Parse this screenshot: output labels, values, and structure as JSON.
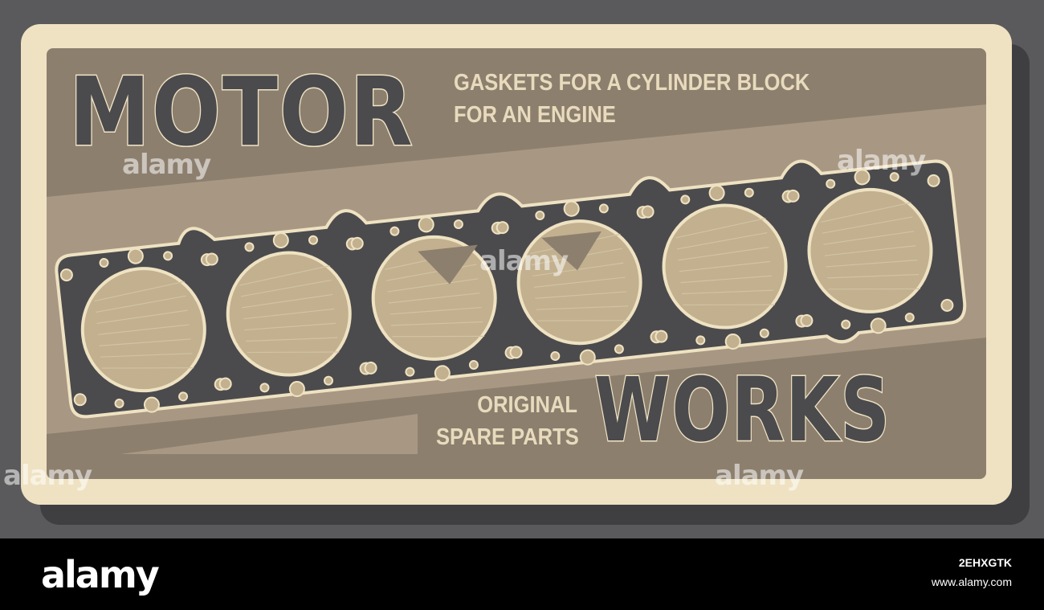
{
  "poster": {
    "headline_top": "MOTOR",
    "headline_bottom": "WORKS",
    "subtitle_line1": "GASKETS FOR A CYLINDER BLOCK",
    "subtitle_line2": "FOR AN ENGINE",
    "tagline_line1": "ORIGINAL",
    "tagline_line2": "SPARE PARTS"
  },
  "colors": {
    "backdrop": "#5a5a5c",
    "frame": "#efe2c2",
    "panel": "#8c7f6e",
    "gasket": "#4b4b4d",
    "bore": "#c2b08f",
    "text_light": "#e8dbbd"
  },
  "gasket": {
    "cylinder_count": 6,
    "icon": "cylinder-head-gasket-icon"
  },
  "watermarks": {
    "text": "alamy"
  },
  "footer": {
    "logo": "alamy",
    "image_id": "2EHXGTK",
    "url": "www.alamy.com"
  }
}
